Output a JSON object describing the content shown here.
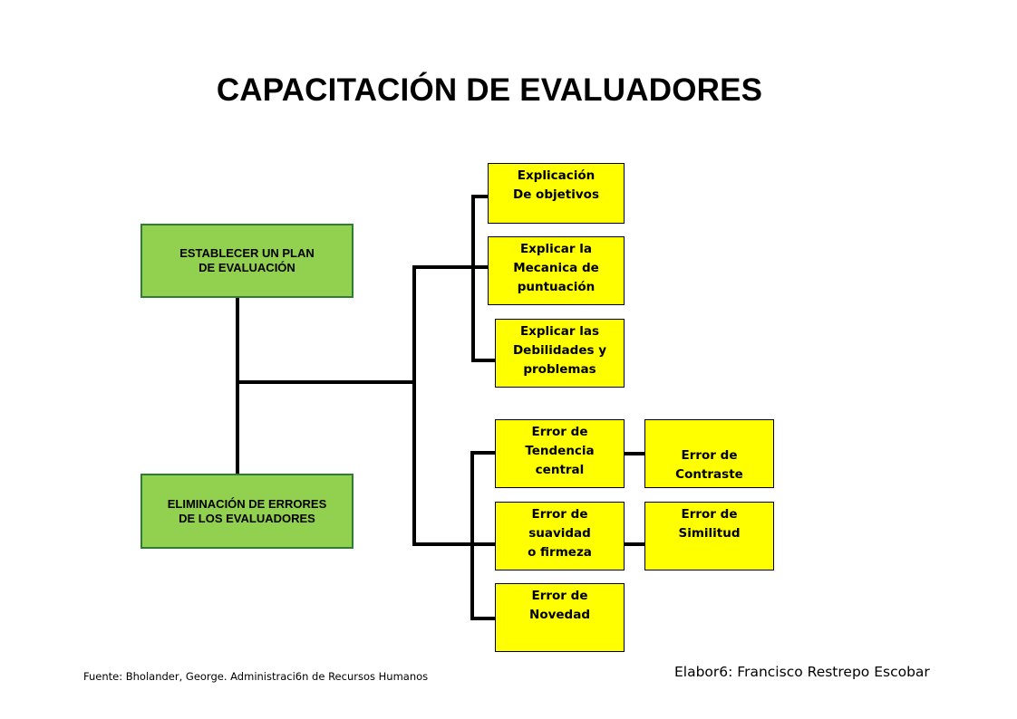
{
  "title": "CAPACITACIÓN  DE EVALUADORES",
  "plan_box": "ESTABLECER UN PLAN\nDE EVALUACIÓN",
  "errors_box": "ELIMINACIÓN DE ERRORES\nDE LOS EVALUADORES",
  "plan_items": [
    "Explicación\nDe objetivos",
    "Explicar la\nMecanica de\npuntuación",
    "Explicar  las\nDebilidades y\nproblemas"
  ],
  "error_items": [
    "Error de\nTendencia\ncentral",
    "Error de\nsuavidad\no firmeza",
    "Error de\nNovedad"
  ],
  "error_pairs": [
    "Error de\nContraste",
    "Error de\nSimilitud"
  ],
  "source": "Fuente: Bholander, George. Administraci6n de Recursos Humanos",
  "author": "Elabor6: Francisco Restrepo Escobar"
}
